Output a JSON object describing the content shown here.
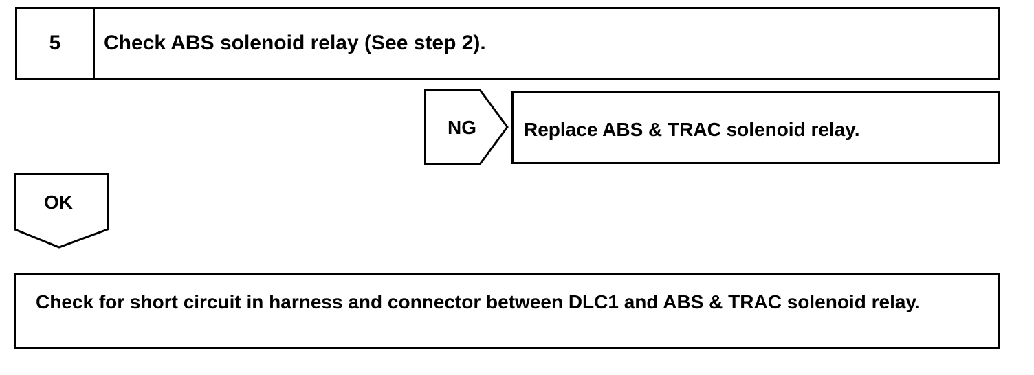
{
  "step": {
    "number": "5",
    "text": "Check ABS solenoid relay (See step 2)."
  },
  "ng_branch": {
    "label": "NG",
    "result": "Replace ABS & TRAC solenoid relay."
  },
  "ok_branch": {
    "label": "OK"
  },
  "next_action": {
    "text": "Check for short circuit in harness and connector between DLC1 and ABS & TRAC solenoid relay."
  },
  "colors": {
    "stroke": "#000000",
    "background": "#ffffff"
  }
}
